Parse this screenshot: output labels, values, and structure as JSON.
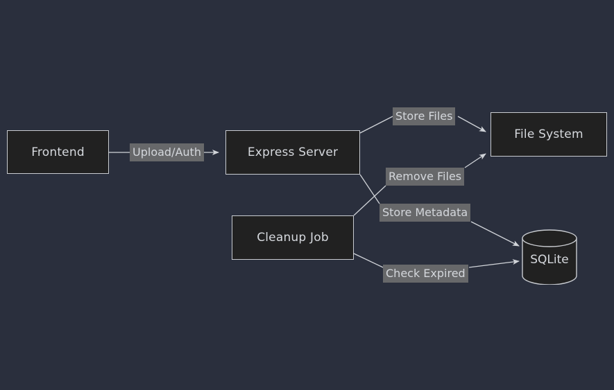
{
  "diagram": {
    "type": "flowchart",
    "background_color": "#2a2f3d",
    "node_fill_color": "#212121",
    "node_border_color": "#c9ccd1",
    "edge_color": "#d0d3d8",
    "edge_label_background": "#67686a",
    "text_color": "#d6d9de",
    "nodes": [
      {
        "id": "frontend",
        "label": "Frontend",
        "shape": "rect"
      },
      {
        "id": "express",
        "label": "Express Server",
        "shape": "rect"
      },
      {
        "id": "filesystem",
        "label": "File System",
        "shape": "rect"
      },
      {
        "id": "cleanup",
        "label": "Cleanup Job",
        "shape": "rect"
      },
      {
        "id": "sqlite",
        "label": "SQLite",
        "shape": "cylinder"
      }
    ],
    "edges": [
      {
        "from": "frontend",
        "to": "express",
        "label": "Upload/Auth"
      },
      {
        "from": "express",
        "to": "filesystem",
        "label": "Store Files"
      },
      {
        "from": "cleanup",
        "to": "filesystem",
        "label": "Remove Files"
      },
      {
        "from": "express",
        "to": "sqlite",
        "label": "Store Metadata"
      },
      {
        "from": "cleanup",
        "to": "sqlite",
        "label": "Check Expired"
      }
    ]
  }
}
